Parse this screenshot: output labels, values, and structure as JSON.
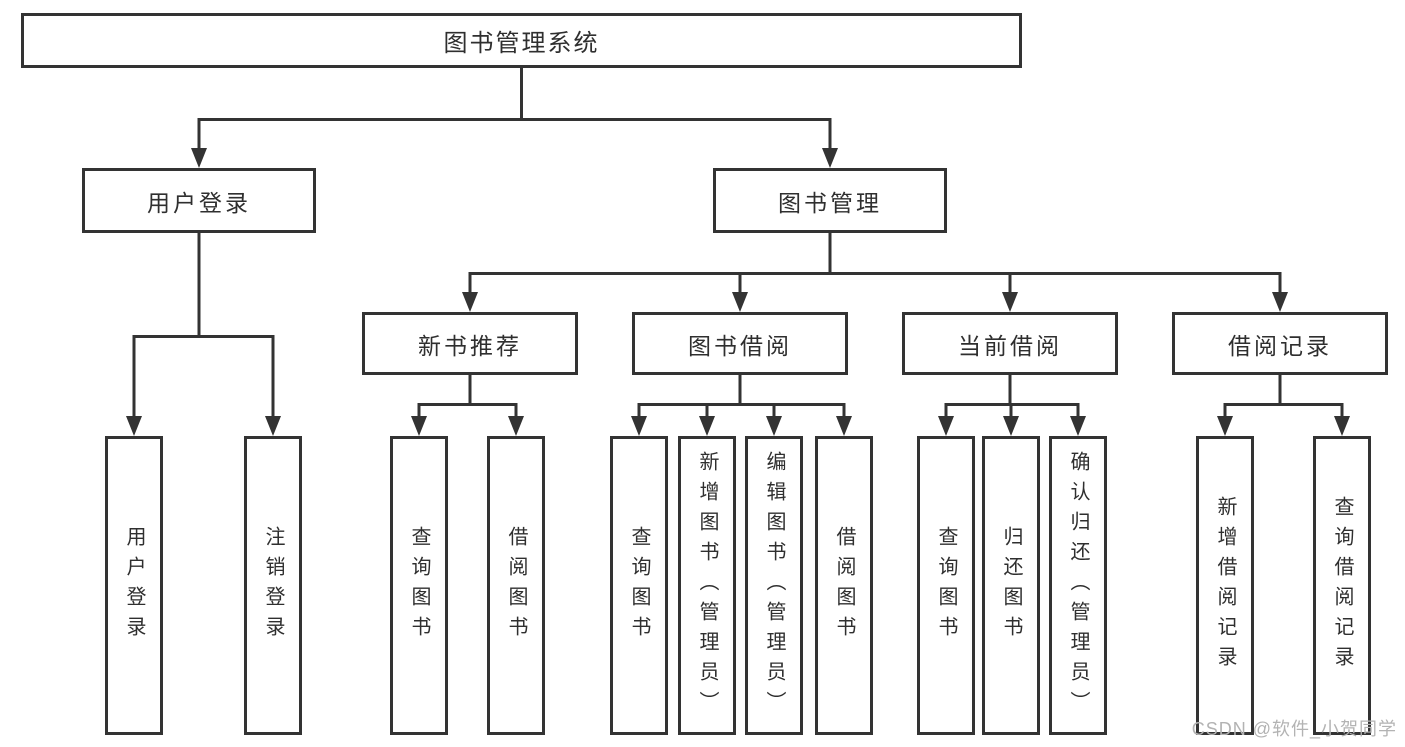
{
  "diagram_title": "图书管理系统",
  "watermark": "CSDN @软件_小贺同学",
  "colors": {
    "line": "#333333",
    "text": "#2f2f2f",
    "box_background": "#ffffff",
    "watermark": "#b3b3b3"
  },
  "tree": {
    "label": "图书管理系统",
    "children": [
      {
        "label": "用户登录",
        "children": [
          {
            "label": "用户登录"
          },
          {
            "label": "注销登录"
          }
        ]
      },
      {
        "label": "图书管理",
        "children": [
          {
            "label": "新书推荐",
            "children": [
              {
                "label": "查询图书"
              },
              {
                "label": "借阅图书"
              }
            ]
          },
          {
            "label": "图书借阅",
            "children": [
              {
                "label": "查询图书"
              },
              {
                "label": "新增图书（管理员）"
              },
              {
                "label": "编辑图书（管理员）"
              },
              {
                "label": "借阅图书"
              }
            ]
          },
          {
            "label": "当前借阅",
            "children": [
              {
                "label": "查询图书"
              },
              {
                "label": "归还图书"
              },
              {
                "label": "确认归还（管理员）"
              }
            ]
          },
          {
            "label": "借阅记录",
            "children": [
              {
                "label": "新增借阅记录"
              },
              {
                "label": "查询借阅记录"
              }
            ]
          }
        ]
      }
    ]
  }
}
